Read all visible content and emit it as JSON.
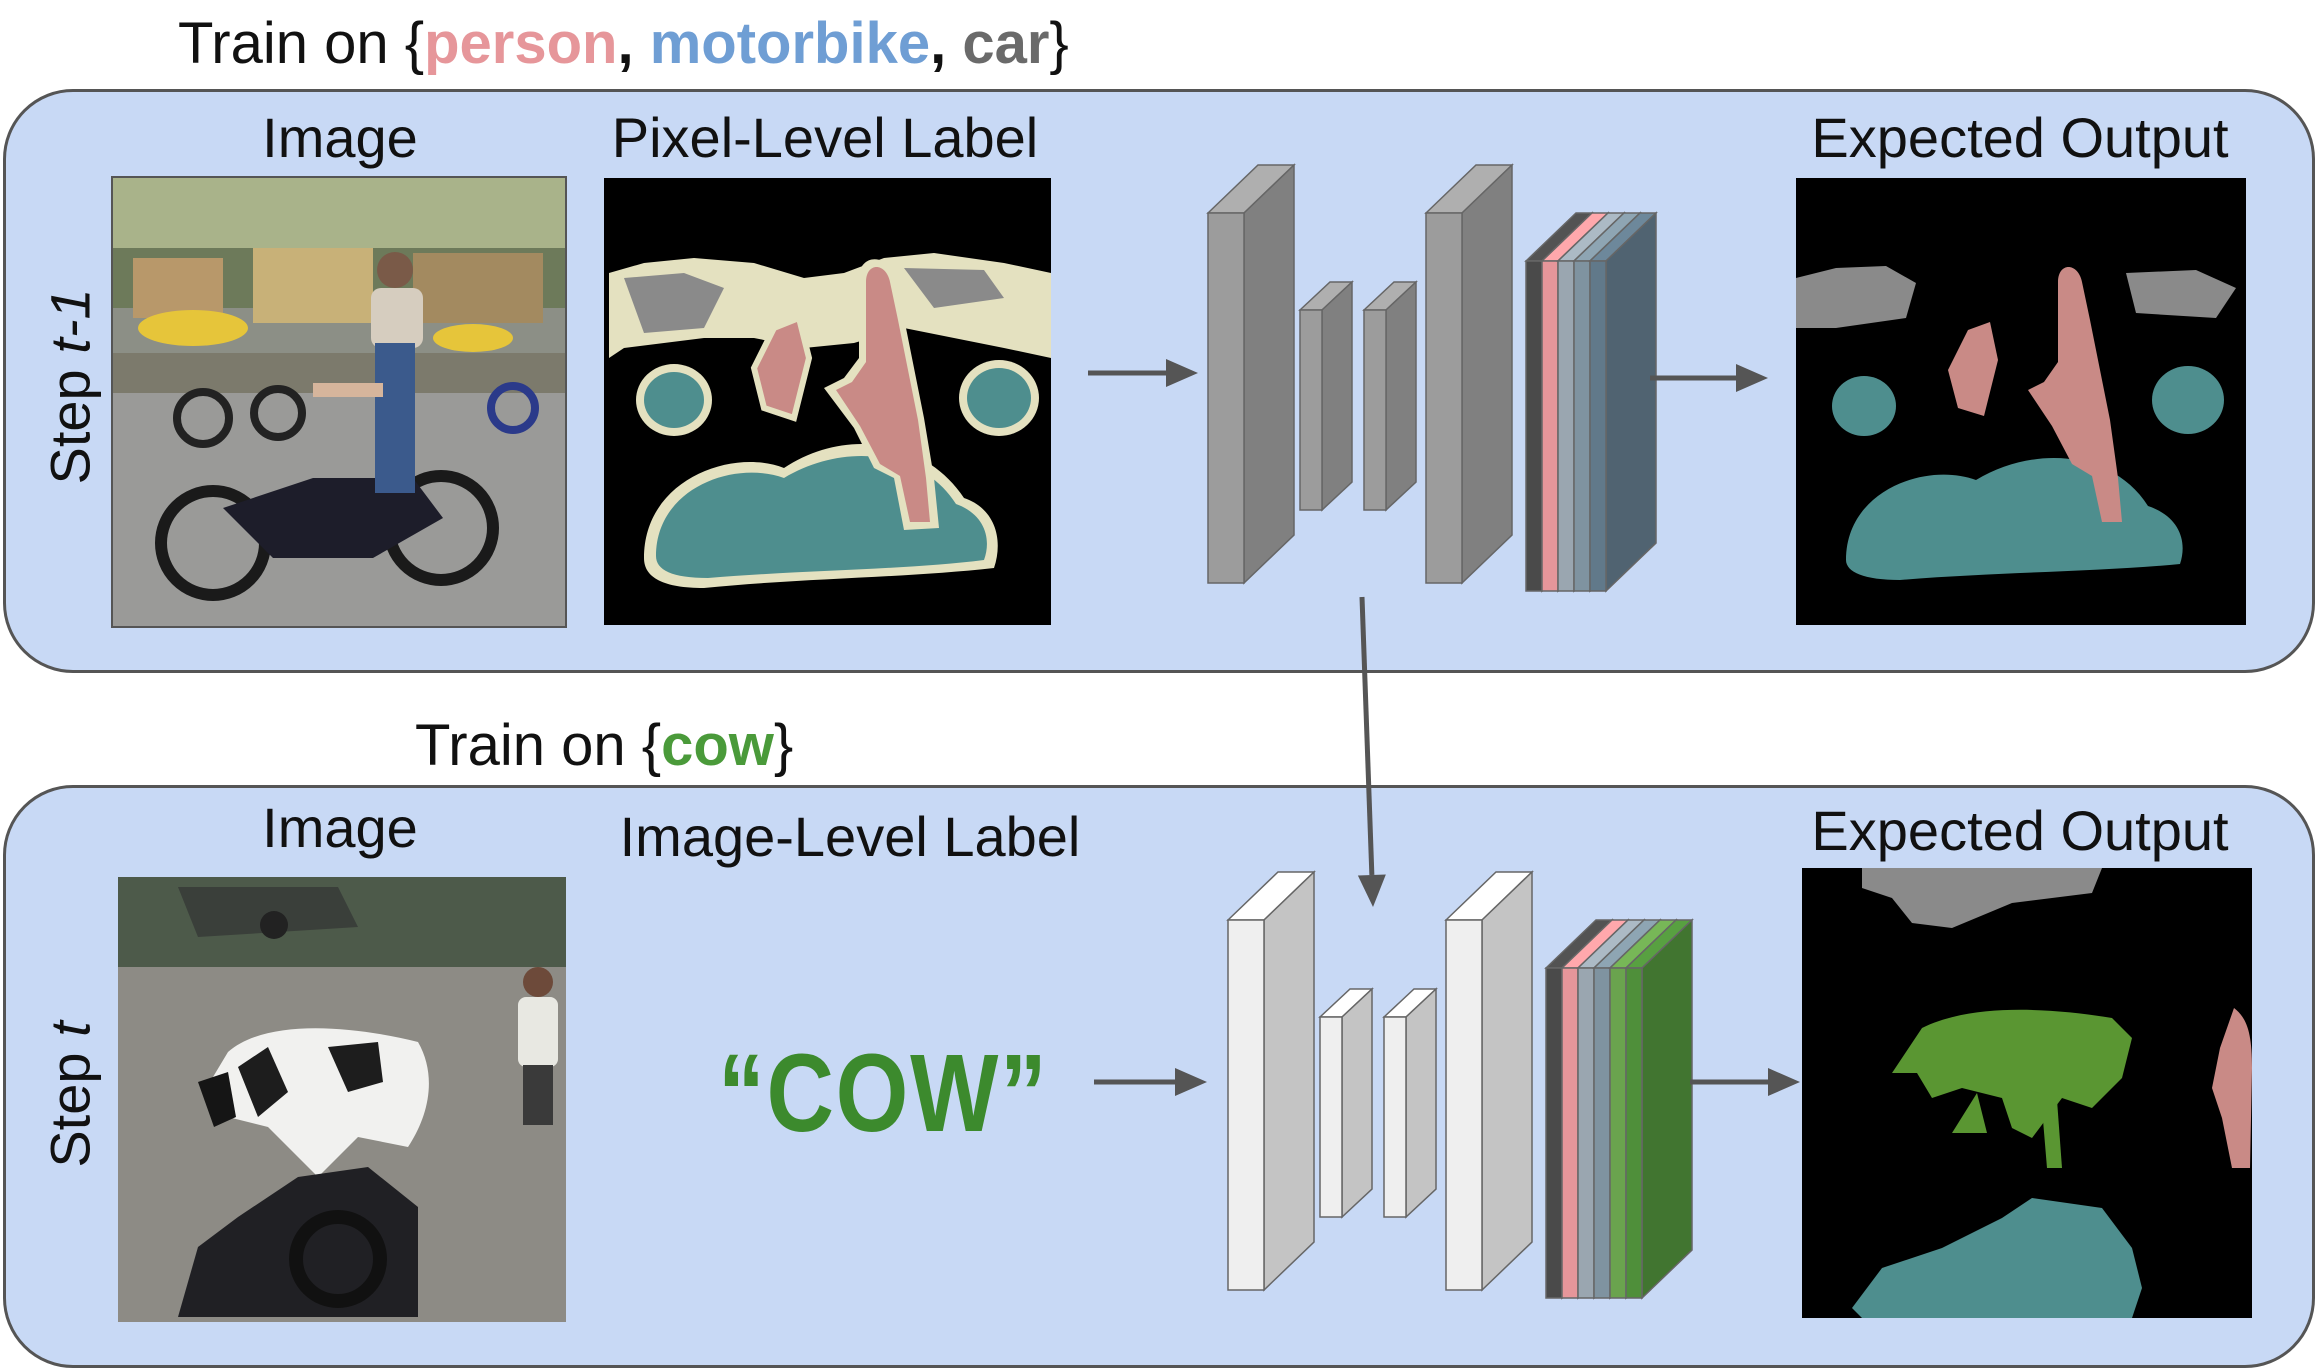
{
  "top": {
    "headline_prefix": "Train on {",
    "classes": [
      {
        "label": "person",
        "color": "#e6969a"
      },
      {
        "label": "motorbike",
        "color": "#6f9ed4"
      },
      {
        "label": "car",
        "color": "#6a6a6a"
      }
    ],
    "sep": ", ",
    "headline_suffix": "}",
    "step_prefix": "Step ",
    "step_var": "t-1",
    "image_label": "Image",
    "label_label": "Pixel-Level Label",
    "output_label": "Expected Output"
  },
  "bottom": {
    "headline_prefix": "Train on {",
    "classes": [
      {
        "label": "cow",
        "color": "#4a9a3a"
      }
    ],
    "headline_suffix": "}",
    "step_prefix": "Step ",
    "step_var": "t",
    "image_label": "Image",
    "label_label": "Image-Level Label",
    "cow_word": "“COW”",
    "output_label": "Expected Output"
  },
  "colors": {
    "panel_bg": "#c8d9f5",
    "person": "#c98a86",
    "motorbike": "#4e8e8e",
    "car": "#8a8a8a",
    "cow": "#5a9632",
    "boundary": "#e4e1c0",
    "net_gray": "#9c9c9c",
    "net_white": "#efefef"
  }
}
